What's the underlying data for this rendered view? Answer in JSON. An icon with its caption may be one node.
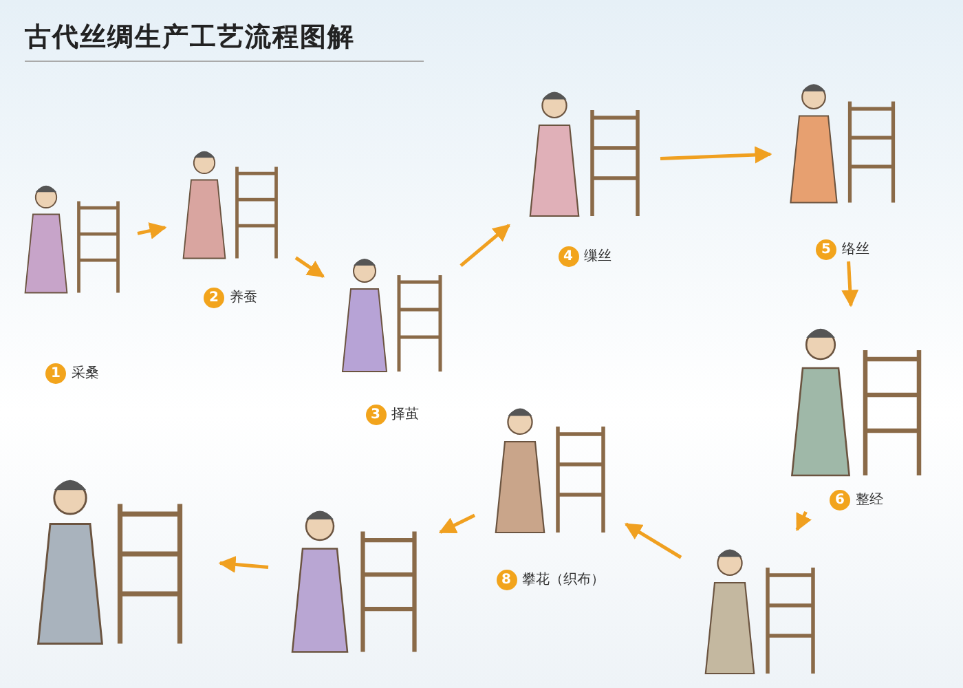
{
  "diagram": {
    "title": "古代丝绸生产工艺流程图解",
    "nodes": [
      {
        "text": [
          "1",
          "采桑"
        ]
      },
      {
        "text": [
          "2",
          "养蚕"
        ]
      },
      {
        "text": [
          "3",
          "择茧"
        ]
      },
      {
        "text": [
          "4",
          "缫丝"
        ]
      },
      {
        "text": [
          "5",
          "络丝"
        ]
      },
      {
        "text": [
          "6",
          "整经"
        ]
      },
      {
        "text": [],
        "shape": "picture"
      },
      {
        "text": [
          "8",
          "攀花（织布）"
        ]
      },
      {
        "text": [],
        "shape": "picture"
      },
      {
        "text": [],
        "shape": "picture"
      }
    ],
    "edges": [
      {
        "from": 0,
        "to": 1,
        "arrow": "to"
      },
      {
        "from": 1,
        "to": 2,
        "arrow": "to"
      },
      {
        "from": 2,
        "to": 3,
        "arrow": "to"
      },
      {
        "from": 3,
        "to": 4,
        "arrow": "to"
      },
      {
        "from": 4,
        "to": 5,
        "arrow": "to"
      },
      {
        "from": 5,
        "to": 9,
        "arrow": "to"
      },
      {
        "from": 9,
        "to": 7,
        "arrow": "to"
      },
      {
        "from": 7,
        "to": 8,
        "arrow": "to"
      },
      {
        "from": 8,
        "to": 6,
        "arrow": "to"
      }
    ]
  }
}
